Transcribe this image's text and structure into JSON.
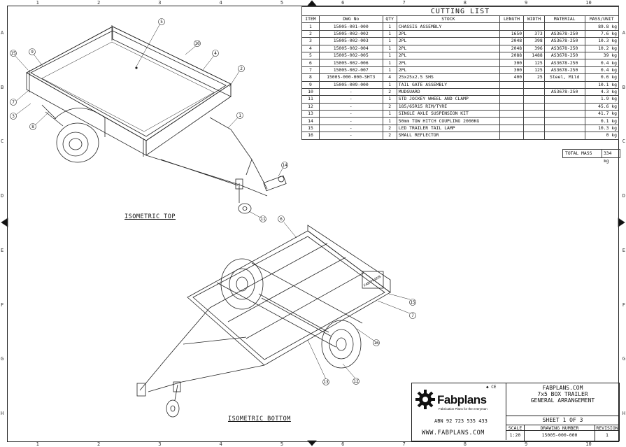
{
  "border_zones": {
    "columns": [
      "1",
      "2",
      "3",
      "4",
      "5",
      "6",
      "7",
      "8",
      "9",
      "10"
    ],
    "rows": [
      "A",
      "B",
      "C",
      "D",
      "E",
      "F",
      "G",
      "H"
    ]
  },
  "cutting_list": {
    "title": "CUTTING LIST",
    "headers": [
      "ITEM",
      "DWG No",
      "QTY",
      "STOCK",
      "LENGTH",
      "WIDTH",
      "MATERIAL",
      "MASS/UNIT"
    ],
    "rows": [
      [
        "1",
        "15005-001-000",
        "1",
        "CHASSIS ASSEMBLY",
        "",
        "",
        "",
        "89.8 kg"
      ],
      [
        "2",
        "15005-002-002",
        "1",
        "2PL",
        "1650",
        "373",
        "AS3678-250",
        "7.6 kg"
      ],
      [
        "3",
        "15005-002-003",
        "1",
        "2PL",
        "2048",
        "398",
        "AS3678-250",
        "10.3 kg"
      ],
      [
        "4",
        "15005-002-004",
        "1",
        "2PL",
        "2048",
        "396",
        "AS3678-250",
        "10.2 kg"
      ],
      [
        "5",
        "15005-002-005",
        "1",
        "2PL",
        "2088",
        "1488",
        "AS3678-250",
        "39 kg"
      ],
      [
        "6",
        "15005-002-006",
        "1",
        "2PL",
        "300",
        "125",
        "AS3678-250",
        "0.4 kg"
      ],
      [
        "7",
        "15005-002-007",
        "1",
        "2PL",
        "300",
        "125",
        "AS3678-250",
        "0.4 kg"
      ],
      [
        "8",
        "15005-000-000-SHT3",
        "4",
        "25x25x2.5 SHS",
        "400",
        "25",
        "Steel, Mild",
        "0.6 kg"
      ],
      [
        "9",
        "15005-009-000",
        "1",
        "TAIL GATE ASSEMBLY",
        "",
        "",
        "",
        "10.1 kg"
      ],
      [
        "10",
        "-",
        "2",
        "MUDGUARD",
        "",
        "",
        "AS3678-250",
        "4.3 kg"
      ],
      [
        "11",
        "-",
        "1",
        "STD JOCKEY WHEEL AND CLAMP",
        "",
        "",
        "",
        "1.9 kg"
      ],
      [
        "12",
        "-",
        "2",
        "185/65R15 RIM/TYRE",
        "",
        "",
        "",
        "45.6 kg"
      ],
      [
        "13",
        "-",
        "1",
        "SINGLE AXLE SUSPENSION KIT",
        "",
        "",
        "",
        "41.7 kg"
      ],
      [
        "14",
        "-",
        "1",
        "50mm TOW HITCH COUPLING 2000KG",
        "",
        "",
        "",
        "0.1 kg"
      ],
      [
        "15",
        "-",
        "2",
        "LED TRAILER TAIL LAMP",
        "",
        "",
        "",
        "10.3 kg"
      ],
      [
        "16",
        "-",
        "2",
        "SMALL REFLECTOR",
        "",
        "",
        "",
        "0 kg"
      ]
    ],
    "total_label": "TOTAL MASS",
    "total_value": "334 kg"
  },
  "views": {
    "top_label": "ISOMETRIC TOP",
    "bottom_label": "ISOMETRIC BOTTOM",
    "top_balloons": [
      "5",
      "10",
      "4",
      "2",
      "1",
      "9",
      "15",
      "7",
      "3",
      "8",
      "14",
      "11"
    ],
    "bottom_balloons": [
      "6",
      "15",
      "7",
      "16",
      "13",
      "12"
    ],
    "tailgate_text": "FAB-PLANS"
  },
  "title_block": {
    "logo_text": "Fabplans",
    "logo_sub": "Fabrication Plans for the everyman",
    "cert_marks": "◆ CE",
    "abn": "ABN  92 723 535 433",
    "website": "WWW.FABPLANS.COM",
    "company": "FABPLANS.COM",
    "title1": "7x5 BOX TRAILER",
    "title2": "GENERAL ARRANGEMENT",
    "sheet": "SHEET 1 OF 3",
    "scale_label": "SCALE",
    "scale_value": "1:20",
    "drawing_label": "DRAWING NUMBER",
    "drawing_value": "15005-000-000",
    "revision_label": "REVISION",
    "revision_value": "1"
  }
}
